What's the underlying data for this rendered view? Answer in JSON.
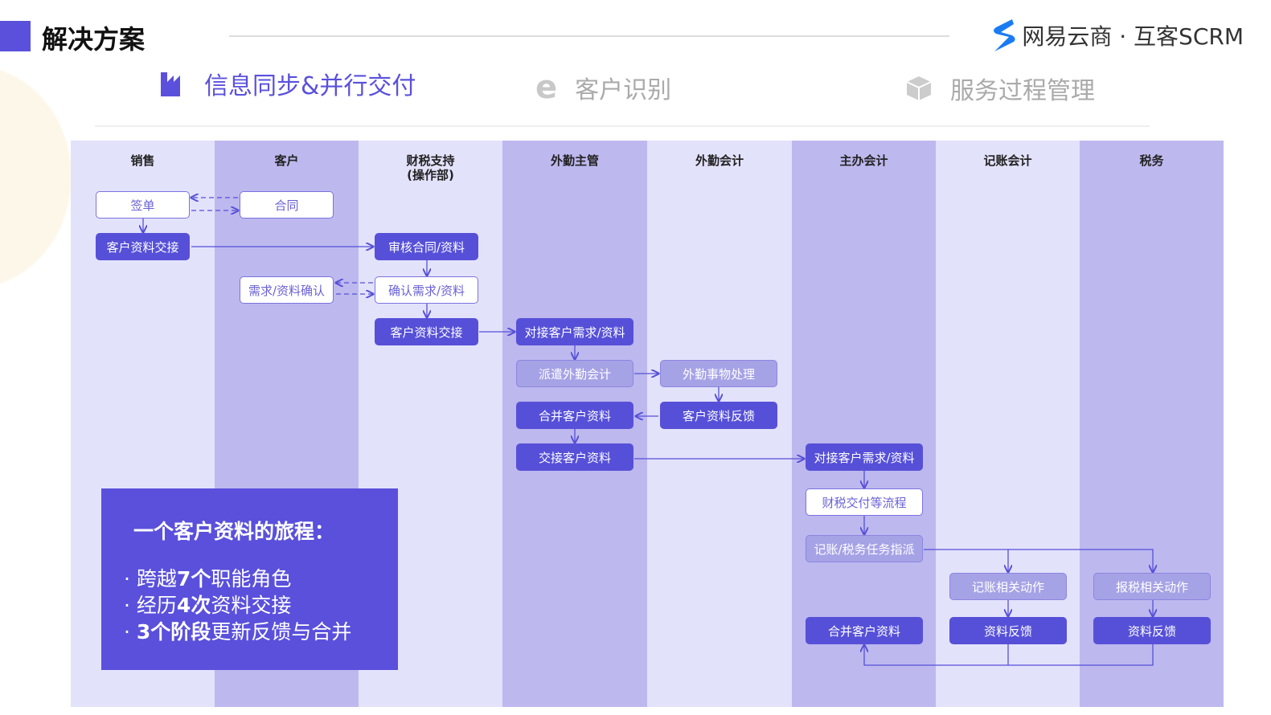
{
  "header": {
    "title": "解决方案",
    "logo": "网易云商 · 互客SCRM"
  },
  "tabs": [
    {
      "label": "信息同步&并行交付",
      "icon": "factory-icon",
      "active": true
    },
    {
      "label": "客户识别",
      "icon": "edge-e-icon",
      "active": false
    },
    {
      "label": "服务过程管理",
      "icon": "cube-icon",
      "active": false
    }
  ],
  "lanes": [
    "销售",
    "客户",
    "财税支持\n(操作部)",
    "外勤主管",
    "外勤会计",
    "主办会计",
    "记账会计",
    "税务"
  ],
  "boxes": [
    "签单",
    "合同",
    "客户资料交接",
    "审核合同/资料",
    "需求/资料确认",
    "确认需求/资料",
    "客户资料交接",
    "对接客户需求/资料",
    "派遣外勤会计",
    "外勤事物处理",
    "合并客户资料",
    "客户资料反馈",
    "交接客户资料",
    "对接客户需求/资料",
    "财税交付等流程",
    "记账/税务任务指派",
    "记账相关动作",
    "报税相关动作",
    "合并客户资料",
    "资料反馈",
    "资料反馈"
  ],
  "summary": {
    "title": "一个客户资料的旅程：",
    "items": [
      [
        "跨越",
        "7个",
        "职能角色"
      ],
      [
        "经历",
        "4次",
        "资料交接"
      ],
      [
        "",
        "3个阶段",
        "更新反馈与合并"
      ]
    ]
  },
  "colors": {
    "accent": "#5a50dc",
    "lane_light": "#e3e2fb",
    "lane_dark": "#bdb8ee"
  }
}
